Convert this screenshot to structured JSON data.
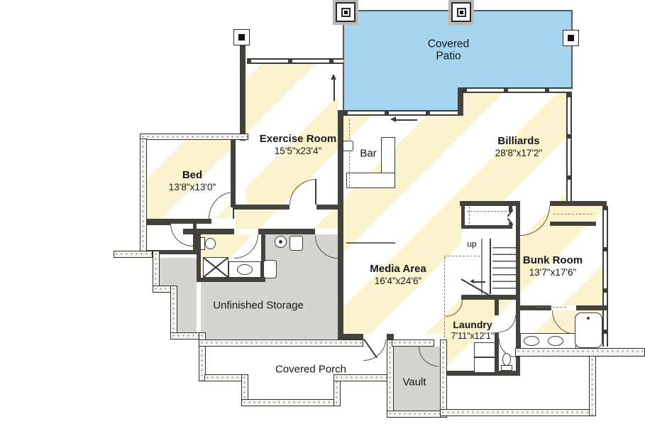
{
  "labels": {
    "patio": {
      "name": "Covered Patio"
    },
    "exercise": {
      "name": "Exercise Room",
      "dims": "15'5\"x23'4\""
    },
    "bed": {
      "name": "Bed",
      "dims": "13'8\"x13'0\""
    },
    "bar": {
      "name": "Bar"
    },
    "billiards": {
      "name": "Billiards",
      "dims": "28'8\"x17'2\""
    },
    "media": {
      "name": "Media Area",
      "dims": "16'4\"x24'6\""
    },
    "bunk": {
      "name": "Bunk Room",
      "dims": "13'7\"x17'6\""
    },
    "laundry": {
      "name": "Laundry",
      "dims": "7'11\"x12'1\""
    },
    "storage": {
      "name": "Unfinished Storage"
    },
    "porch": {
      "name": "Covered Porch"
    },
    "vault": {
      "name": "Vault"
    },
    "stairs": {
      "up": "up"
    }
  },
  "colors": {
    "patio_fill": "#A7D5F0",
    "stripe_yellow": "#FAF3CE",
    "storage_gray": "#D5D4D1",
    "wall_dark": "#44423C",
    "background": "#FFFFFF"
  },
  "fixtures": [
    "toilet",
    "shower",
    "vanity-sink",
    "utility-sink",
    "water-heater",
    "furnace",
    "bar-sink",
    "bar-counter",
    "washer-dryer-stack",
    "double-vanity",
    "bathtub",
    "stairs-up",
    "columns",
    "posts"
  ]
}
